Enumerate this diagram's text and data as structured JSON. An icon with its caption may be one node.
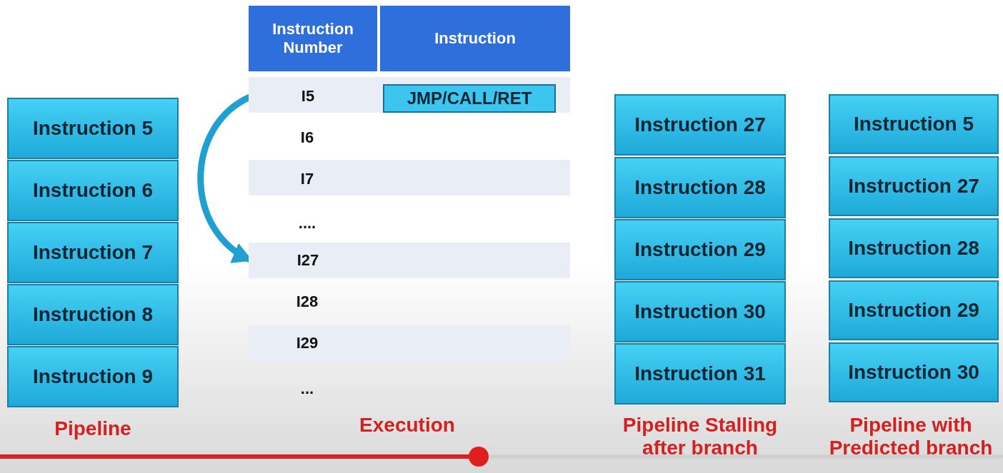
{
  "diagram": {
    "nodes": [
      {
        "text": [
          "Instruction 5"
        ]
      },
      {
        "text": [
          "Instruction 6"
        ]
      },
      {
        "text": [
          "Instruction 7"
        ]
      },
      {
        "text": [
          "Instruction 8"
        ]
      },
      {
        "text": [
          "Instruction 9"
        ]
      },
      {
        "text": [
          "I5"
        ]
      },
      {
        "text": [
          "JMP/CALL/RET"
        ]
      },
      {
        "text": [
          "I27"
        ]
      },
      {
        "text": [
          "Instruction 27"
        ]
      },
      {
        "text": [
          "Instruction 28"
        ]
      },
      {
        "text": [
          "Instruction 29"
        ]
      },
      {
        "text": [
          "Instruction 30"
        ]
      },
      {
        "text": [
          "Instruction 31"
        ]
      },
      {
        "text": [
          "Instruction 5"
        ]
      },
      {
        "text": [
          "Instruction 27"
        ]
      },
      {
        "text": [
          "Instruction 28"
        ]
      },
      {
        "text": [
          "Instruction 29"
        ]
      },
      {
        "text": [
          "Instruction 30"
        ]
      }
    ],
    "edges": [
      {
        "from": 5,
        "to": 7,
        "arrow": "to"
      }
    ],
    "labels": [
      "Instruction Number",
      "Instruction",
      "I6",
      "I7",
      "....",
      "I28",
      "I29",
      "...",
      "Pipeline",
      "Execution",
      "Pipeline Stalling after branch",
      "Pipeline with Predicted branch"
    ]
  }
}
